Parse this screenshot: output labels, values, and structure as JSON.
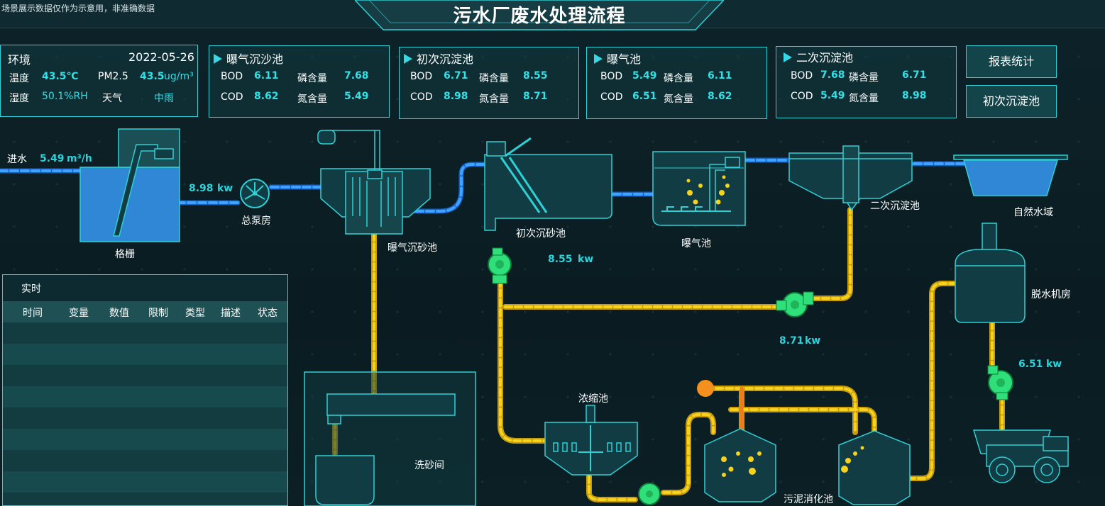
{
  "header": {
    "notice": "场景展示数据仅作为示意用，非准确数据",
    "title": "污水厂废水处理流程"
  },
  "env": {
    "title": "环境",
    "date": "2022-05-26",
    "temp_label": "温度",
    "temp_value": "43.5℃",
    "pm_label": "PM2.5",
    "pm_value": "43.5",
    "pm_unit": "ug/m³",
    "hum_label": "湿度",
    "hum_value": "50.1%RH",
    "weather_label": "天气",
    "weather_value": "中雨"
  },
  "panels": [
    {
      "title": "曝气沉沙池",
      "bod": "6.11",
      "cod": "8.62",
      "p": "7.68",
      "n": "5.49"
    },
    {
      "title": "初次沉淀池",
      "bod": "6.71",
      "cod": "8.98",
      "p": "8.55",
      "n": "8.71"
    },
    {
      "title": "曝气池",
      "bod": "5.49",
      "cod": "6.51",
      "p": "6.11",
      "n": "8.62"
    },
    {
      "title": "二次沉淀池",
      "bod": "7.68",
      "cod": "5.49",
      "p": "6.71",
      "n": "8.98"
    }
  ],
  "labels": {
    "bod": "BOD",
    "cod": "COD",
    "p": "磷含量",
    "n": "氮含量"
  },
  "buttons": {
    "report": "报表统计",
    "primary": "初次沉淀池"
  },
  "flow": {
    "inflow_label": "进水",
    "inflow_value": "5.49",
    "inflow_unit": "m³/h",
    "pump1_kw": "8.98",
    "pump2_kw": "8.55",
    "pump3_kw": "8.71",
    "pump4_kw": "6.51",
    "kw": "kw",
    "grille": "格栅",
    "pump_house": "总泵房",
    "aer_grit": "曝气沉砂池",
    "primary_grit": "初次沉砂池",
    "aeration": "曝气池",
    "secondary": "二次沉淀池",
    "nature": "自然水域",
    "dewater": "脱水机房",
    "thicken": "浓缩池",
    "sand_wash": "洗砂间",
    "digest": "污泥消化池"
  },
  "table": {
    "title": "实时",
    "columns": [
      "时间",
      "变量",
      "数值",
      "限制",
      "类型",
      "描述",
      "状态"
    ]
  },
  "colors": {
    "accent": "#2fd0d4",
    "pipe_blue": "#1e7ee6",
    "pipe_yellow": "#f5c518",
    "value": "#32e0e6"
  }
}
